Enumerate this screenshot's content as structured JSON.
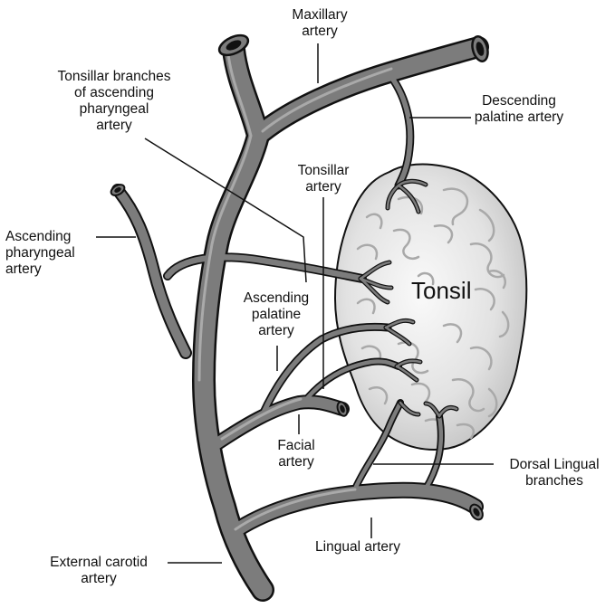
{
  "labels": {
    "maxillary": [
      "Maxillary",
      "artery"
    ],
    "tonsillar_branches_asc_pharyngeal": [
      "Tonsillar branches",
      "of ascending",
      "pharyngeal",
      "artery"
    ],
    "descending_palatine": [
      "Descending",
      "palatine artery"
    ],
    "tonsillar_artery": [
      "Tonsillar",
      "artery"
    ],
    "ascending_pharyngeal": [
      "Ascending",
      "pharyngeal",
      "artery"
    ],
    "ascending_palatine": [
      "Ascending",
      "palatine",
      "artery"
    ],
    "facial": [
      "Facial",
      "artery"
    ],
    "dorsal_lingual": [
      "Dorsal Lingual",
      "branches"
    ],
    "lingual": [
      "Lingual artery"
    ],
    "external_carotid": [
      "External carotid",
      "artery"
    ],
    "tonsil": "Tonsil"
  },
  "colors": {
    "vessel": "#7c7c7c",
    "vessel_edge": "#111111",
    "tonsil_fill": "#e4e4e4",
    "tonsil_center": "#f6f6f6",
    "leader": "#111111"
  }
}
